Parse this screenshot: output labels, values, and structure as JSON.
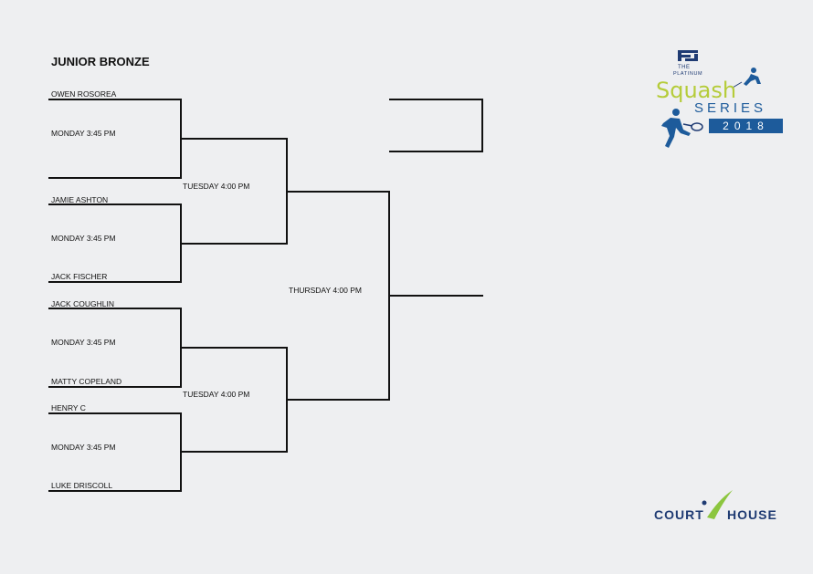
{
  "bracket": {
    "title": "JUNIOR BRONZE",
    "round1": [
      {
        "player_a": "OWEN ROSOREA",
        "time": "MONDAY 3:45 PM",
        "player_b": ""
      },
      {
        "player_a": "JAMIE ASHTON",
        "time": "MONDAY 3:45 PM",
        "player_b": "JACK FISCHER"
      },
      {
        "player_a": "JACK COUGHLIN",
        "time": "MONDAY 3:45 PM",
        "player_b": "MATTY COPELAND"
      },
      {
        "player_a": "HENRY C",
        "time": "MONDAY 3:45 PM",
        "player_b": "LUKE DRISCOLL"
      }
    ],
    "round2": [
      {
        "time": "TUESDAY 4:00 PM"
      },
      {
        "time": "TUESDAY 4:00 PM"
      }
    ],
    "final": {
      "time": "THURSDAY 4:00 PM"
    }
  },
  "logos": {
    "sponsor": {
      "brand_line1": "THE",
      "brand_line2": "PLATINUM",
      "event_word1": "Squash",
      "event_word2": "SERIES",
      "year": "2018",
      "colors": {
        "green": "#b5cc3a",
        "blue": "#1d5b9b",
        "navy": "#1f3b73"
      }
    },
    "venue": {
      "part1": "COURT",
      "part2": "HOUSE",
      "colors": {
        "navy": "#1f3b73",
        "green": "#8cc63f"
      }
    }
  }
}
